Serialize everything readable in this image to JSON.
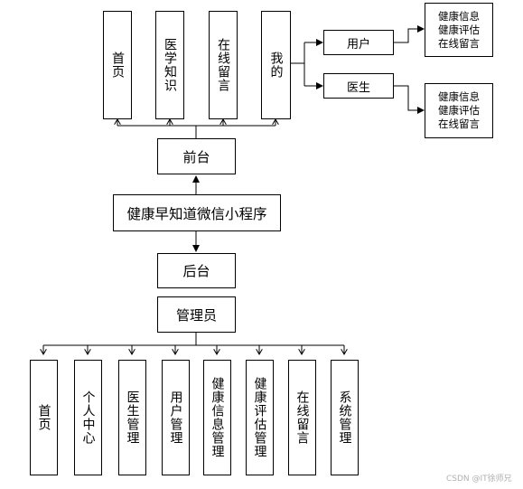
{
  "title": "健康早知道微信小程序",
  "frontend": {
    "label": "前台",
    "modules": [
      "首页",
      "医学知识",
      "在线留言",
      "我的"
    ],
    "roles": [
      {
        "label": "用户",
        "features": [
          "健康信息",
          "健康评估",
          "在线留言"
        ]
      },
      {
        "label": "医生",
        "features": [
          "健康信息",
          "健康评估",
          "在线留言"
        ]
      }
    ]
  },
  "backend": {
    "label": "后台",
    "admin_label": "管理员",
    "modules": [
      "首页",
      "个人中心",
      "医生管理",
      "用户管理",
      "健康信息管理",
      "健康评估管理",
      "在线留言",
      "系统管理"
    ]
  },
  "watermark": "CSDN @IT徐师兄",
  "colors": {
    "line": "#000000",
    "box_border": "#000000",
    "watermark": "#b0b0b0"
  }
}
